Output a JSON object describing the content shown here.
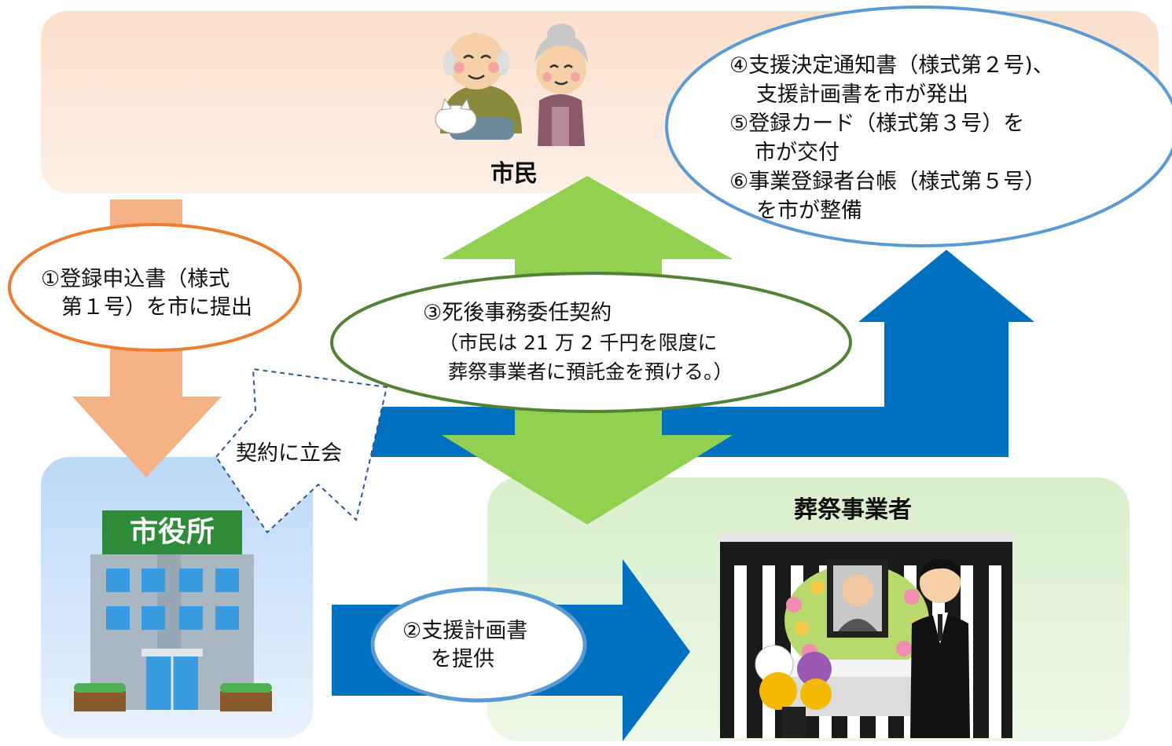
{
  "nodes": {
    "citizen": {
      "label": "市民"
    },
    "city_hall": {
      "sign": "市役所"
    },
    "funeral": {
      "label": "葬祭事業者"
    }
  },
  "steps": {
    "step1": {
      "line1": "①登録申込書（様式",
      "line2": "第１号）を市に提出"
    },
    "step2": {
      "line1": "②支援計画書",
      "line2": "を提供"
    },
    "step3": {
      "line1": "③死後事務委任契約",
      "line2": "（市民は 21 万 2 千円を限度に",
      "line3": "葬祭事業者に預託金を預ける。）"
    },
    "step456": {
      "line1": "④支援決定通知書（様式第２号)、",
      "line2": "支援計画書を市が発出",
      "line3": "⑤登録カード（様式第３号）を",
      "line4": "市が交付",
      "line5": "⑥事業登録者台帳（様式第５号）",
      "line6": "を市が整備"
    },
    "witness": "契約に立会"
  },
  "colors": {
    "citizen_band": "#fde3d3",
    "city_hall_box": "#c9e1fb",
    "funeral_box": "#e1f2d6",
    "orange_arrow": "#f4b183",
    "green_arrow": "#92d050",
    "blue_arrow": "#0070c0",
    "ellipse_orange": "#ed7d31",
    "ellipse_green": "#548235",
    "ellipse_blue": "#5b9bd5"
  }
}
